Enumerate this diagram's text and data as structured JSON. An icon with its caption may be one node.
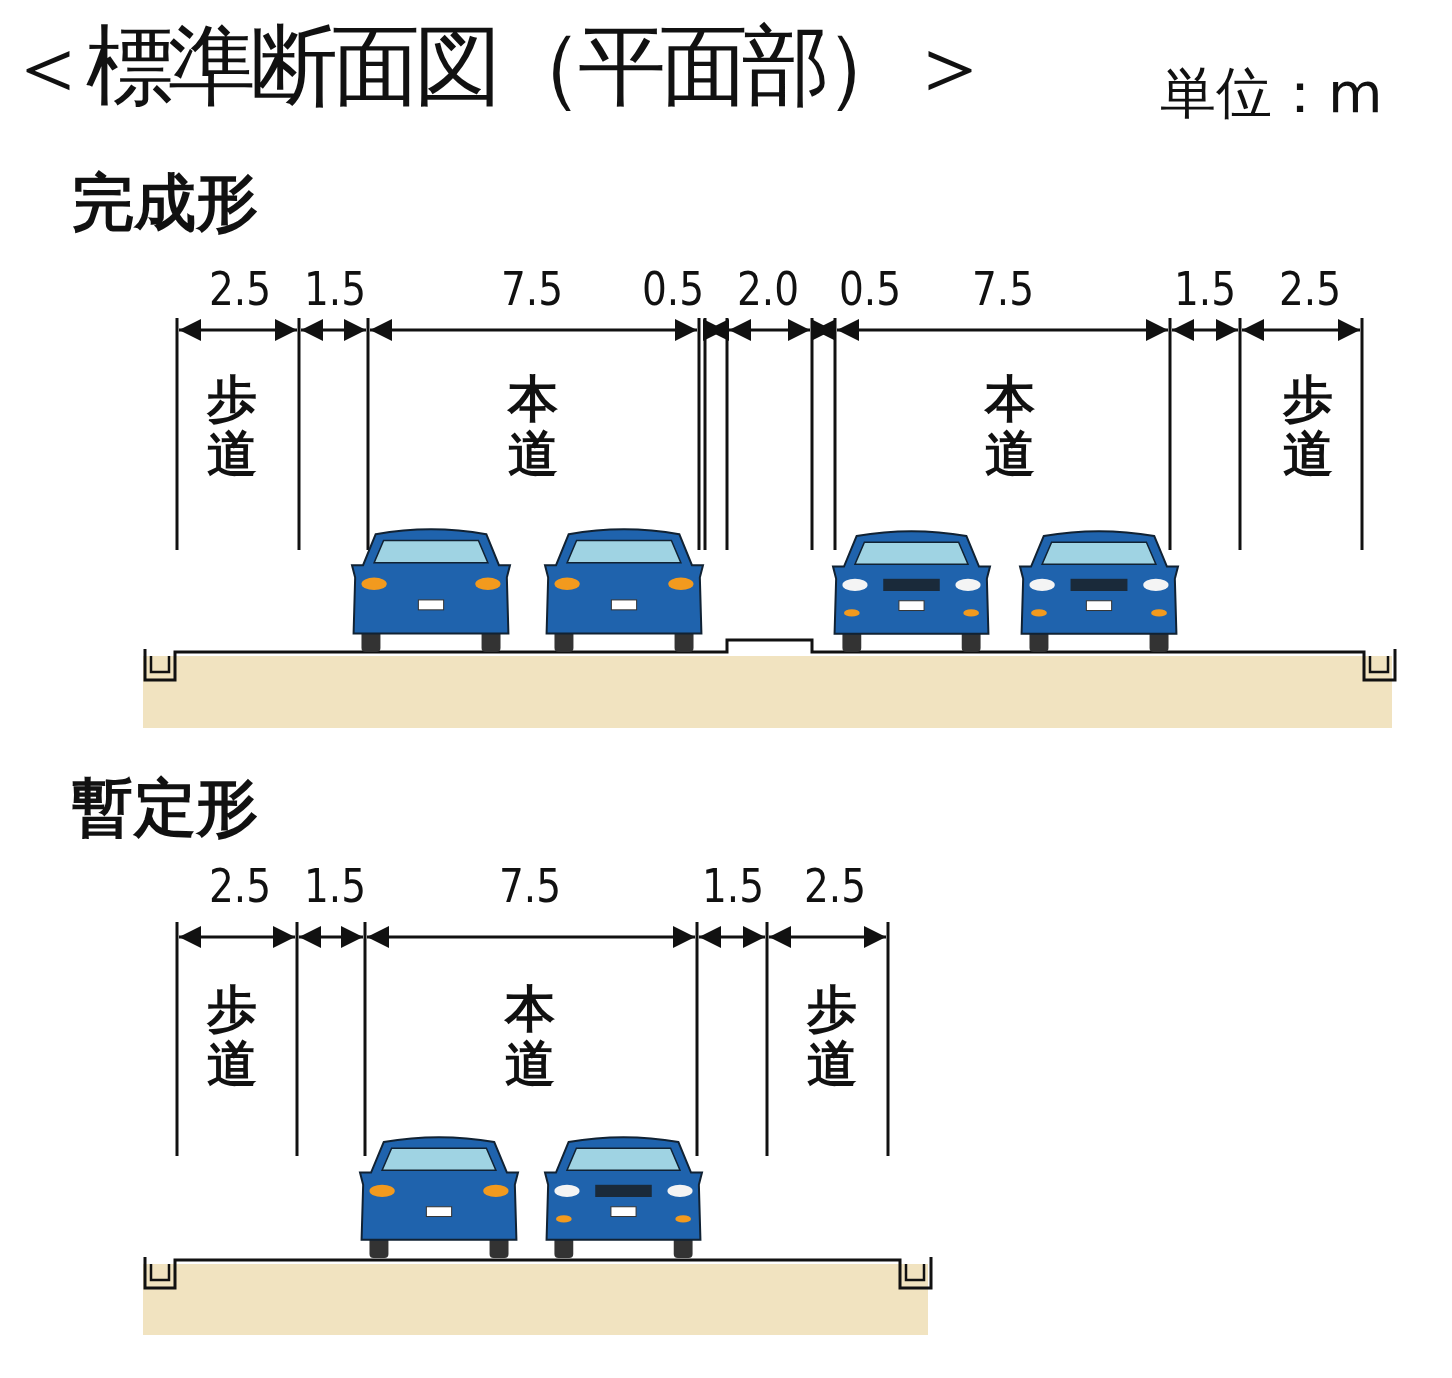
{
  "diagram": {
    "title": "＜標準断面図（平面部）＞",
    "labels": [
      "単位：m",
      "完成形",
      "2.5",
      "1.5",
      "7.5",
      "0.5",
      "2.0",
      "0.5",
      "7.5",
      "1.5",
      "2.5",
      "歩道",
      "本道",
      "本道",
      "歩道",
      "暫定形",
      "2.5",
      "1.5",
      "7.5",
      "1.5",
      "2.5",
      "歩道",
      "本道",
      "歩道"
    ]
  }
}
